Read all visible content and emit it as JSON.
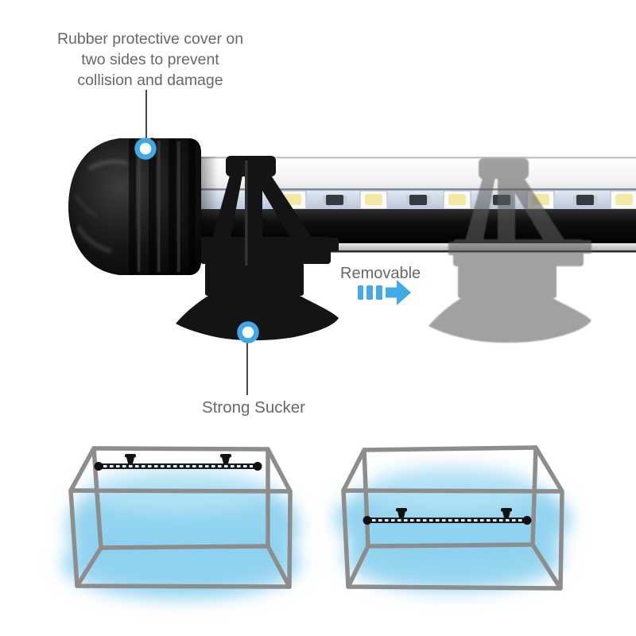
{
  "annotations": {
    "rubber_cover": "Rubber protective cover on\ntwo sides to prevent\ncollision and damage",
    "removable": "Removable",
    "strong_sucker": "Strong Sucker"
  },
  "colors": {
    "text_gray": "#686868",
    "accent_blue": "#3fa9e8",
    "callout_line_gray": "#4a4a4a",
    "tank_frame_gray": "#8d8d8d",
    "water_glow_blue": "#8dd2ef",
    "lamp_body_black": "#141414",
    "led_strip_blue_white": "#cfdaea",
    "led_chip_yellow": "#f3e9a2",
    "ghost_mount_gray": "#5f5f5f"
  },
  "icons": {
    "callout_marker": "ring-dot-icon",
    "removable_arrow": "arrow-right-icon"
  }
}
